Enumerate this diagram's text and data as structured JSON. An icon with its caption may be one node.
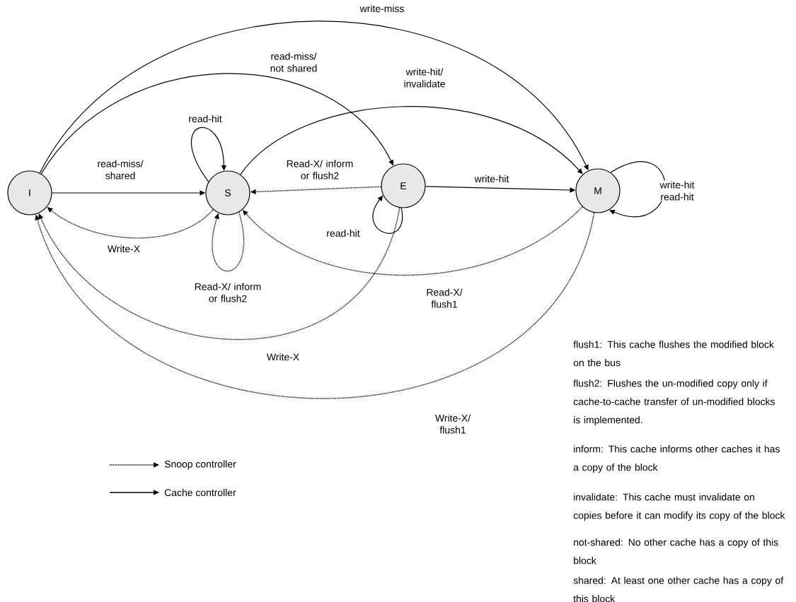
{
  "diagram": {
    "nodes": [
      {
        "text": [
          "I"
        ]
      },
      {
        "text": [
          "S"
        ]
      },
      {
        "text": [
          "E"
        ]
      },
      {
        "text": [
          "M"
        ]
      }
    ],
    "edges": [
      {
        "from": 0,
        "to": 3,
        "arrow": "to",
        "label": "write-miss"
      },
      {
        "from": 0,
        "to": 2,
        "arrow": "to",
        "label": "read-miss/ not shared"
      },
      {
        "from": 1,
        "to": 3,
        "arrow": "to",
        "label": "write-hit/ invalidate"
      },
      {
        "from": 1,
        "to": 1,
        "arrow": "to",
        "label": "read-hit"
      },
      {
        "from": 0,
        "to": 1,
        "arrow": "to",
        "label": "read-miss/ shared"
      },
      {
        "from": 2,
        "to": 1,
        "arrow": "to",
        "label": "Read-X/ inform or flush2",
        "style": "dashed"
      },
      {
        "from": 2,
        "to": 3,
        "arrow": "to",
        "label": "write-hit"
      },
      {
        "from": 3,
        "to": 3,
        "arrow": "to",
        "label": "write-hit read-hit"
      },
      {
        "from": 1,
        "to": 0,
        "arrow": "to",
        "label": "Write-X",
        "style": "dashed"
      },
      {
        "from": 1,
        "to": 1,
        "arrow": "to",
        "label": "Read-X/ inform or flush2",
        "style": "dashed"
      },
      {
        "from": 2,
        "to": 2,
        "arrow": "to",
        "label": "read-hit"
      },
      {
        "from": 3,
        "to": 1,
        "arrow": "to",
        "label": "Read-X/ flush1",
        "style": "dashed"
      },
      {
        "from": 2,
        "to": 0,
        "arrow": "to",
        "label": "Write-X",
        "style": "dashed"
      },
      {
        "from": 3,
        "to": 0,
        "arrow": "to",
        "label": "Write-X/ flush1",
        "style": "dashed"
      }
    ],
    "labels": [
      "flush1: This cache flushes the modified block on the bus",
      "flush2: Flushes the un-modified copy only if cache-to-cache transfer of un-modified blocks is implemented.",
      "inform: This cache informs other caches it has a copy of the block",
      "invalidate: This cache must invalidate on copies before it can modify its copy of the block",
      "not-shared: No other cache has a copy of this block",
      "shared: At least one other cache has a copy of this block"
    ],
    "legend": [
      {
        "text": "Snoop controller"
      },
      {
        "text": "Cache controller"
      }
    ]
  }
}
